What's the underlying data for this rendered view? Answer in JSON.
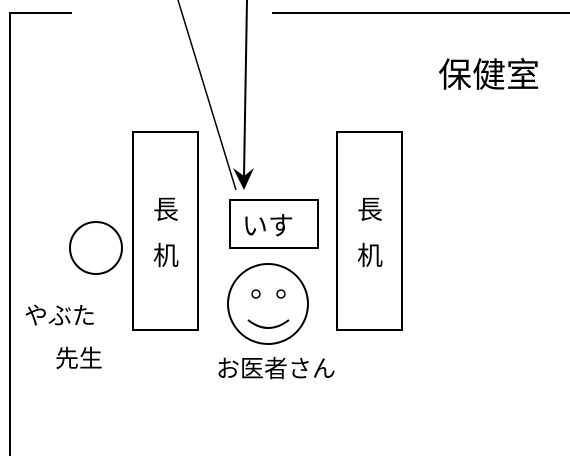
{
  "room": {
    "title": "保健室"
  },
  "desks": {
    "left_label": "長\n机",
    "right_label": "長\n机"
  },
  "chair": {
    "label": "いす"
  },
  "teacher": {
    "name_line1": "やぶた",
    "name_line2": "先生"
  },
  "doctor": {
    "name": "お医者さん"
  },
  "colors": {
    "stroke": "#000000",
    "background": "#ffffff"
  }
}
